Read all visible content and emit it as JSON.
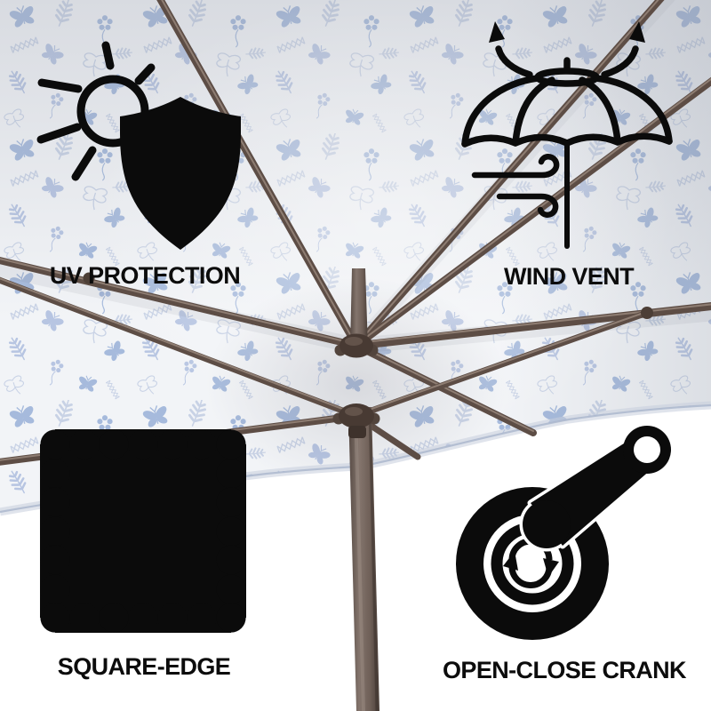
{
  "image_type": "product-feature-infographic",
  "background_color": "#ffffff",
  "photo": {
    "subject": "patio-umbrella-underside",
    "canopy_fabric_color": "#f2f4f7",
    "floral_print_colors": [
      "#9db4da",
      "#b0c0e0",
      "#c3cee4"
    ],
    "frame_color": "#5d4d45",
    "pole_color": "#6e5f57"
  },
  "icon_color": "#0b0b0b",
  "label_text_color": "#0c0c0c",
  "features": [
    {
      "id": "uv-protection",
      "label": "UV PROTECTION",
      "icon": "sun-shield-icon",
      "position": "top-left"
    },
    {
      "id": "wind-vent",
      "label": "WIND VENT",
      "icon": "vented-umbrella-icon",
      "position": "top-right"
    },
    {
      "id": "square-edge",
      "label": "SQUARE-EDGE",
      "icon": "scalloped-square-icon",
      "position": "bottom-left"
    },
    {
      "id": "open-close-crank",
      "label": "OPEN-CLOSE CRANK",
      "icon": "crank-handle-icon",
      "position": "bottom-right"
    }
  ]
}
